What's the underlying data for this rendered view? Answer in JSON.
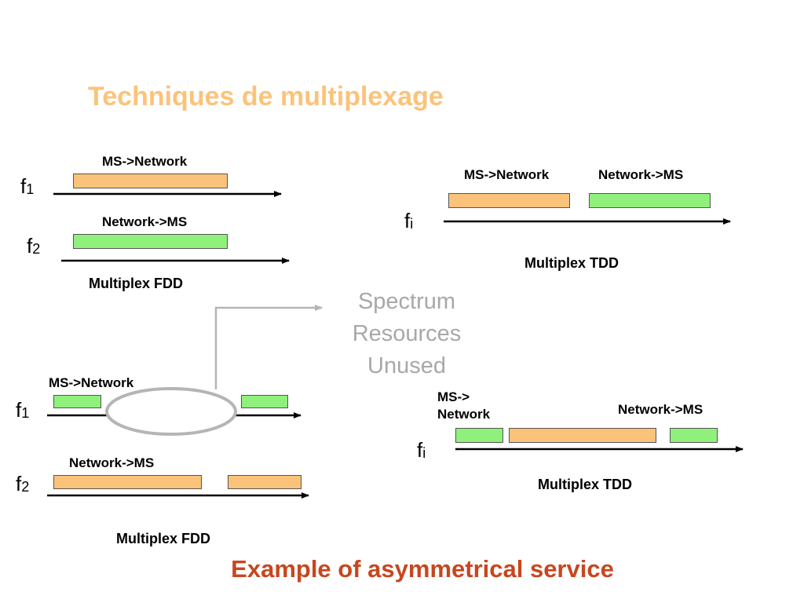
{
  "title": "Techniques de multiplexage",
  "fdd_top": {
    "f1_label": "f",
    "f1_sub": "1",
    "f2_label": "f",
    "f2_sub": "2",
    "uplink_label": "MS->Network",
    "downlink_label": "Network->MS",
    "caption": "Multiplex FDD"
  },
  "tdd_top": {
    "freq_label": "f",
    "freq_sub": "i",
    "uplink_label": "MS->Network",
    "downlink_label": "Network->MS",
    "caption": "Multiplex TDD"
  },
  "annotation": {
    "line1": "Spectrum",
    "line2": "Resources",
    "line3": "Unused"
  },
  "fdd_bottom": {
    "f1_label": "f",
    "f1_sub": "1",
    "f2_label": "f",
    "f2_sub": "2",
    "uplink_label": "MS->Network",
    "downlink_label": "Network->MS",
    "caption": "Multiplex FDD"
  },
  "tdd_bottom": {
    "freq_label": "f",
    "freq_sub": "i",
    "uplink_label_line1": "MS->",
    "uplink_label_line2": "Network",
    "downlink_label": "Network->MS",
    "caption": "Multiplex TDD"
  },
  "footer": "Example of asymmetrical service",
  "colors": {
    "title": "#fbc37a",
    "uplink_block": "#fbc37a",
    "downlink_block": "#8ff07c",
    "annotation": "#a8a8a8",
    "footer": "#c8461e"
  }
}
